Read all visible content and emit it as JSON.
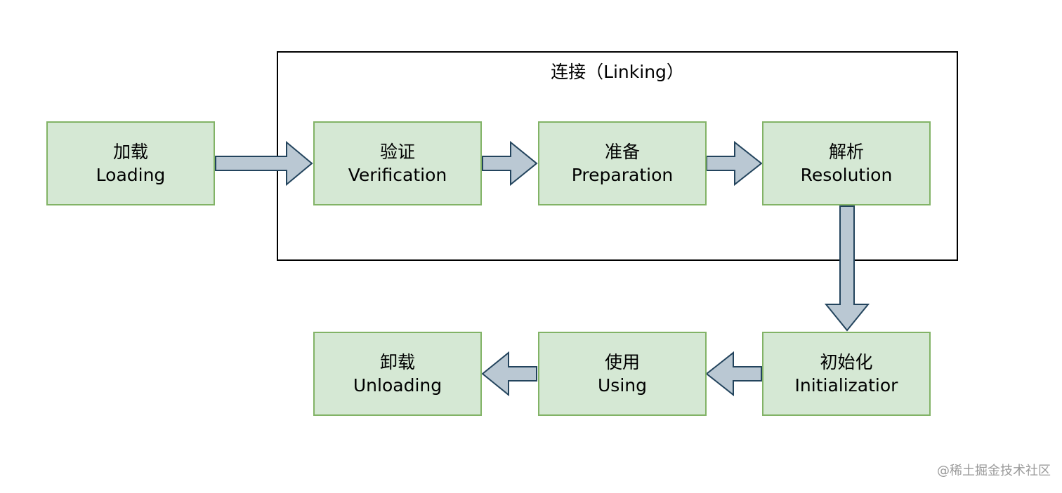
{
  "group": {
    "title": "连接（Linking）"
  },
  "nodes": {
    "loading": {
      "cn": "加载",
      "en": "Loading"
    },
    "verification": {
      "cn": "验证",
      "en": "Verification"
    },
    "preparation": {
      "cn": "准备",
      "en": "Preparation"
    },
    "resolution": {
      "cn": "解析",
      "en": "Resolution"
    },
    "initialization": {
      "cn": "初始化",
      "en": "Initializatior"
    },
    "using": {
      "cn": "使用",
      "en": "Using"
    },
    "unloading": {
      "cn": "卸载",
      "en": "Unloading"
    }
  },
  "colors": {
    "node_fill": "#d5e8d4",
    "node_border": "#82b366",
    "arrow_fill": "#bac8d3",
    "arrow_stroke": "#23445d",
    "group_border": "#000000"
  },
  "watermark": "@稀土掘金技术社区"
}
